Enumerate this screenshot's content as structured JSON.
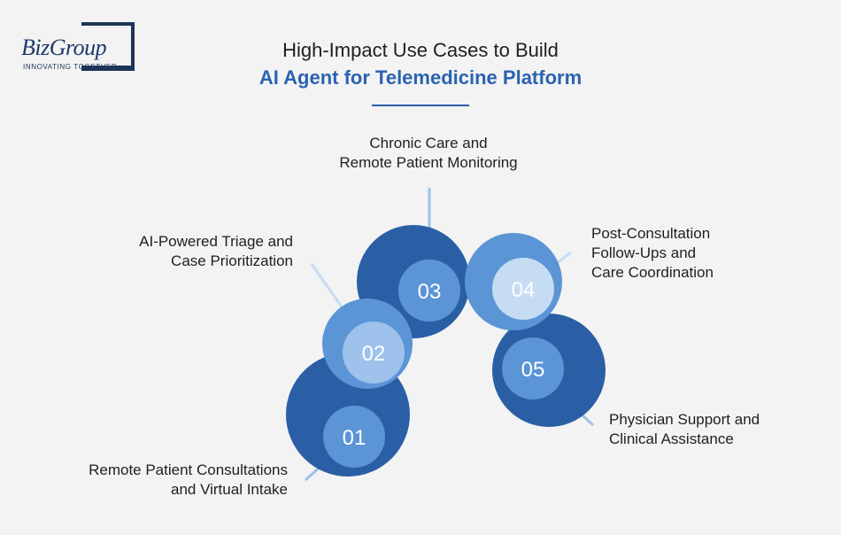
{
  "brand": {
    "name": "BizGroup",
    "tagline": "INNOVATING TOGETHER"
  },
  "title": {
    "line1": "High-Impact Use Cases to Build",
    "line2": "AI Agent for Telemedicine Platform"
  },
  "colors": {
    "dark_blue": "#2a5fa6",
    "mid_blue": "#5b95d6",
    "light_blue": "#9ec2ec",
    "pale_blue": "#c5dcf3",
    "title_accent": "#2a63b0"
  },
  "use_cases": [
    {
      "number": "01",
      "label_lines": [
        "Remote Patient Consultations",
        "and Virtual Intake"
      ]
    },
    {
      "number": "02",
      "label_lines": [
        "AI-Powered Triage and",
        "Case Prioritization"
      ]
    },
    {
      "number": "03",
      "label_lines": [
        "Chronic Care and",
        "Remote Patient Monitoring"
      ]
    },
    {
      "number": "04",
      "label_lines": [
        "Post-Consultation",
        "Follow-Ups and",
        "Care Coordination"
      ]
    },
    {
      "number": "05",
      "label_lines": [
        "Physician Support and",
        "Clinical Assistance"
      ]
    }
  ]
}
